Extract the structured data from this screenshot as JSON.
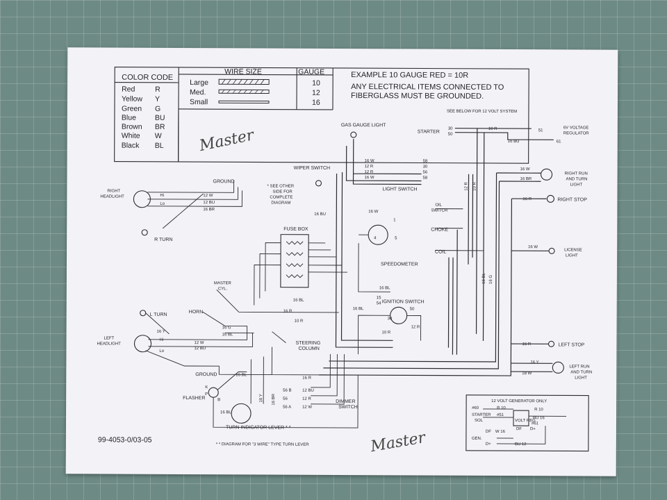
{
  "header": {
    "color_code_title": "COLOR CODE",
    "color_codes": [
      {
        "name": "Red",
        "code": "R"
      },
      {
        "name": "Yellow",
        "code": "Y"
      },
      {
        "name": "Green",
        "code": "G"
      },
      {
        "name": "Blue",
        "code": "BU"
      },
      {
        "name": "Brown",
        "code": "BR"
      },
      {
        "name": "White",
        "code": "W"
      },
      {
        "name": "Black",
        "code": "BL"
      }
    ],
    "wire_size_title": "WIRE SIZE",
    "gauge_title": "GAUGE",
    "wire_sizes": [
      {
        "name": "Large",
        "gauge": "10"
      },
      {
        "name": "Med.",
        "gauge": "12"
      },
      {
        "name": "Small",
        "gauge": "16"
      }
    ],
    "example_line1": "EXAMPLE 10 GAUGE RED = 10R",
    "example_line2": "ANY ELECTRICAL ITEMS CONNECTED TO",
    "example_line3": "FIBERGLASS MUST BE GROUNDED.",
    "see_below": "SEE BELOW FOR 12 VOLT SYSTEM"
  },
  "handwriting": {
    "top": "Master",
    "bottom": "Master"
  },
  "components": {
    "gas_gauge_light": "GAS GAUGE LIGHT",
    "starter": "STARTER",
    "voltage_regulator_1": "6V VOLTAGE",
    "voltage_regulator_2": "REGULATOR",
    "wiper_switch": "WIPER SWITCH",
    "light_switch": "LIGHT SWITCH",
    "ground_top": "GROUND",
    "right_headlight_1": "RIGHT",
    "right_headlight_2": "HEADLIGHT",
    "hi_r": "Hi",
    "lo_r": "Lo",
    "r_turn": "R TURN",
    "see_other_1": "* SEE OTHER",
    "see_other_2": "SIDE FOR",
    "see_other_3": "COMPLETE",
    "see_other_4": "DIAGRAM",
    "fuse_box": "FUSE BOX",
    "oil_switch_1": "OIL",
    "oil_switch_2": "SWITCH",
    "choke": "CHOKE",
    "coil": "COIL",
    "speedometer": "SPEEDOMETER",
    "right_run_1": "RIGHT RUN",
    "right_run_2": "AND TURN",
    "right_run_3": "LIGHT",
    "right_stop": "RIGHT STOP",
    "license_1": "LICENSE",
    "license_2": "LIGHT",
    "master_cyl_1": "MASTER",
    "master_cyl_2": "CYL.",
    "ignition_switch": "IGNITION SWITCH",
    "l_turn": "L TURN",
    "horn": "HORN",
    "left_headlight_1": "LEFT",
    "left_headlight_2": "HEADLIGHT",
    "hi_l": "Hi",
    "lo_l": "Lo",
    "steering_1": "STEERING",
    "steering_2": "COLUMN",
    "left_stop": "LEFT STOP",
    "left_run_1": "LEFT RUN",
    "left_run_2": "AND TURN",
    "left_run_3": "LIGHT",
    "ground_bottom": "GROUND",
    "flasher": "FLASHER",
    "dimmer_1": "DIMMER",
    "dimmer_2": "SWITCH",
    "turn_lever": "TURN INDICATOR LEVER * *",
    "diagram_note": "* * DIAGRAM FOR \"3 WIRE\" TYPE TURN LEVER",
    "part_number": "99-4053-0/03-05"
  },
  "wire_labels": {
    "w16_58": "16 W",
    "r12_30": "12 R",
    "r12_56": "12 R",
    "w16_58b": "16 W",
    "n58": "58",
    "n30": "30",
    "n56": "56",
    "n58b": "58",
    "n30s": "30",
    "n50s": "50",
    "r10_top": "10 R",
    "n51": "51",
    "bu16_top": "16 BU",
    "n61": "61",
    "r12_vert": "12 R",
    "r10_vert": "10 R",
    "w12_rh": "12 W",
    "bu12_rh": "12 BU",
    "br16_rh": "16 BR",
    "bu16_wiper": "16 BU",
    "w16_speedo": "16 W",
    "w16_rr": "16 W",
    "br16_rr": "16 BR",
    "r16_rs": "16 R",
    "w16_lic": "16 W",
    "bl16_vert": "16 BL",
    "g16_vert": "16 G",
    "bl16_speedo": "16 BL",
    "n15": "15",
    "n54": "54",
    "n50i": "50",
    "n30i": "30",
    "bl16_fuse": "16 BL",
    "r16_fuse": "16 R",
    "bl16_ign": "16 BL",
    "r10_fuse": "10 R",
    "r12_ign": "12 R",
    "r10_ign": "10 R",
    "g16_horn": "16 G",
    "bl16_horn": "16 BL",
    "y16_lturn": "16 Y",
    "w12_lh": "12 W",
    "bu12_lh": "12 BU",
    "r16_ls": "16 R",
    "y16_lr": "16 Y",
    "w18_lr": "18 W",
    "bl16_gnd": "16 BL",
    "r16_dim": "16 R",
    "bu12_56b": "12 BU",
    "w12_56a": "12 W",
    "p56b": "56 B",
    "p56": "56",
    "p56a": "56 A",
    "y16_flash": "16 Y",
    "br16_flash": "16 BR",
    "bl16_flash": "16 BL",
    "fk": "K",
    "fp": "P",
    "fb": "B",
    "n1": "1",
    "n4": "4",
    "n5": "5"
  },
  "inset": {
    "title": "12 VOLT GENERATOR ONLY",
    "l_60": "#60",
    "l_r10": "R 10",
    "l_starter1": "STARTER",
    "l_starter2": "SOL",
    "l_51": "#51",
    "l_bu": "BU",
    "l_16": "16",
    "l_bu16": "BU 16",
    "l_reg": "VOLT REG",
    "l_61": "#61",
    "l_df": "DF",
    "l_dfr": "DF",
    "l_dplus": "D+",
    "l_w16": "W 16",
    "l_gen": "GEN.",
    "l_dplus2": "D+",
    "l_bu12": "BU 12"
  },
  "colors": {
    "paper": "#f3f2f6",
    "ink": "#2a2a30",
    "mat": "#6d8a84"
  }
}
